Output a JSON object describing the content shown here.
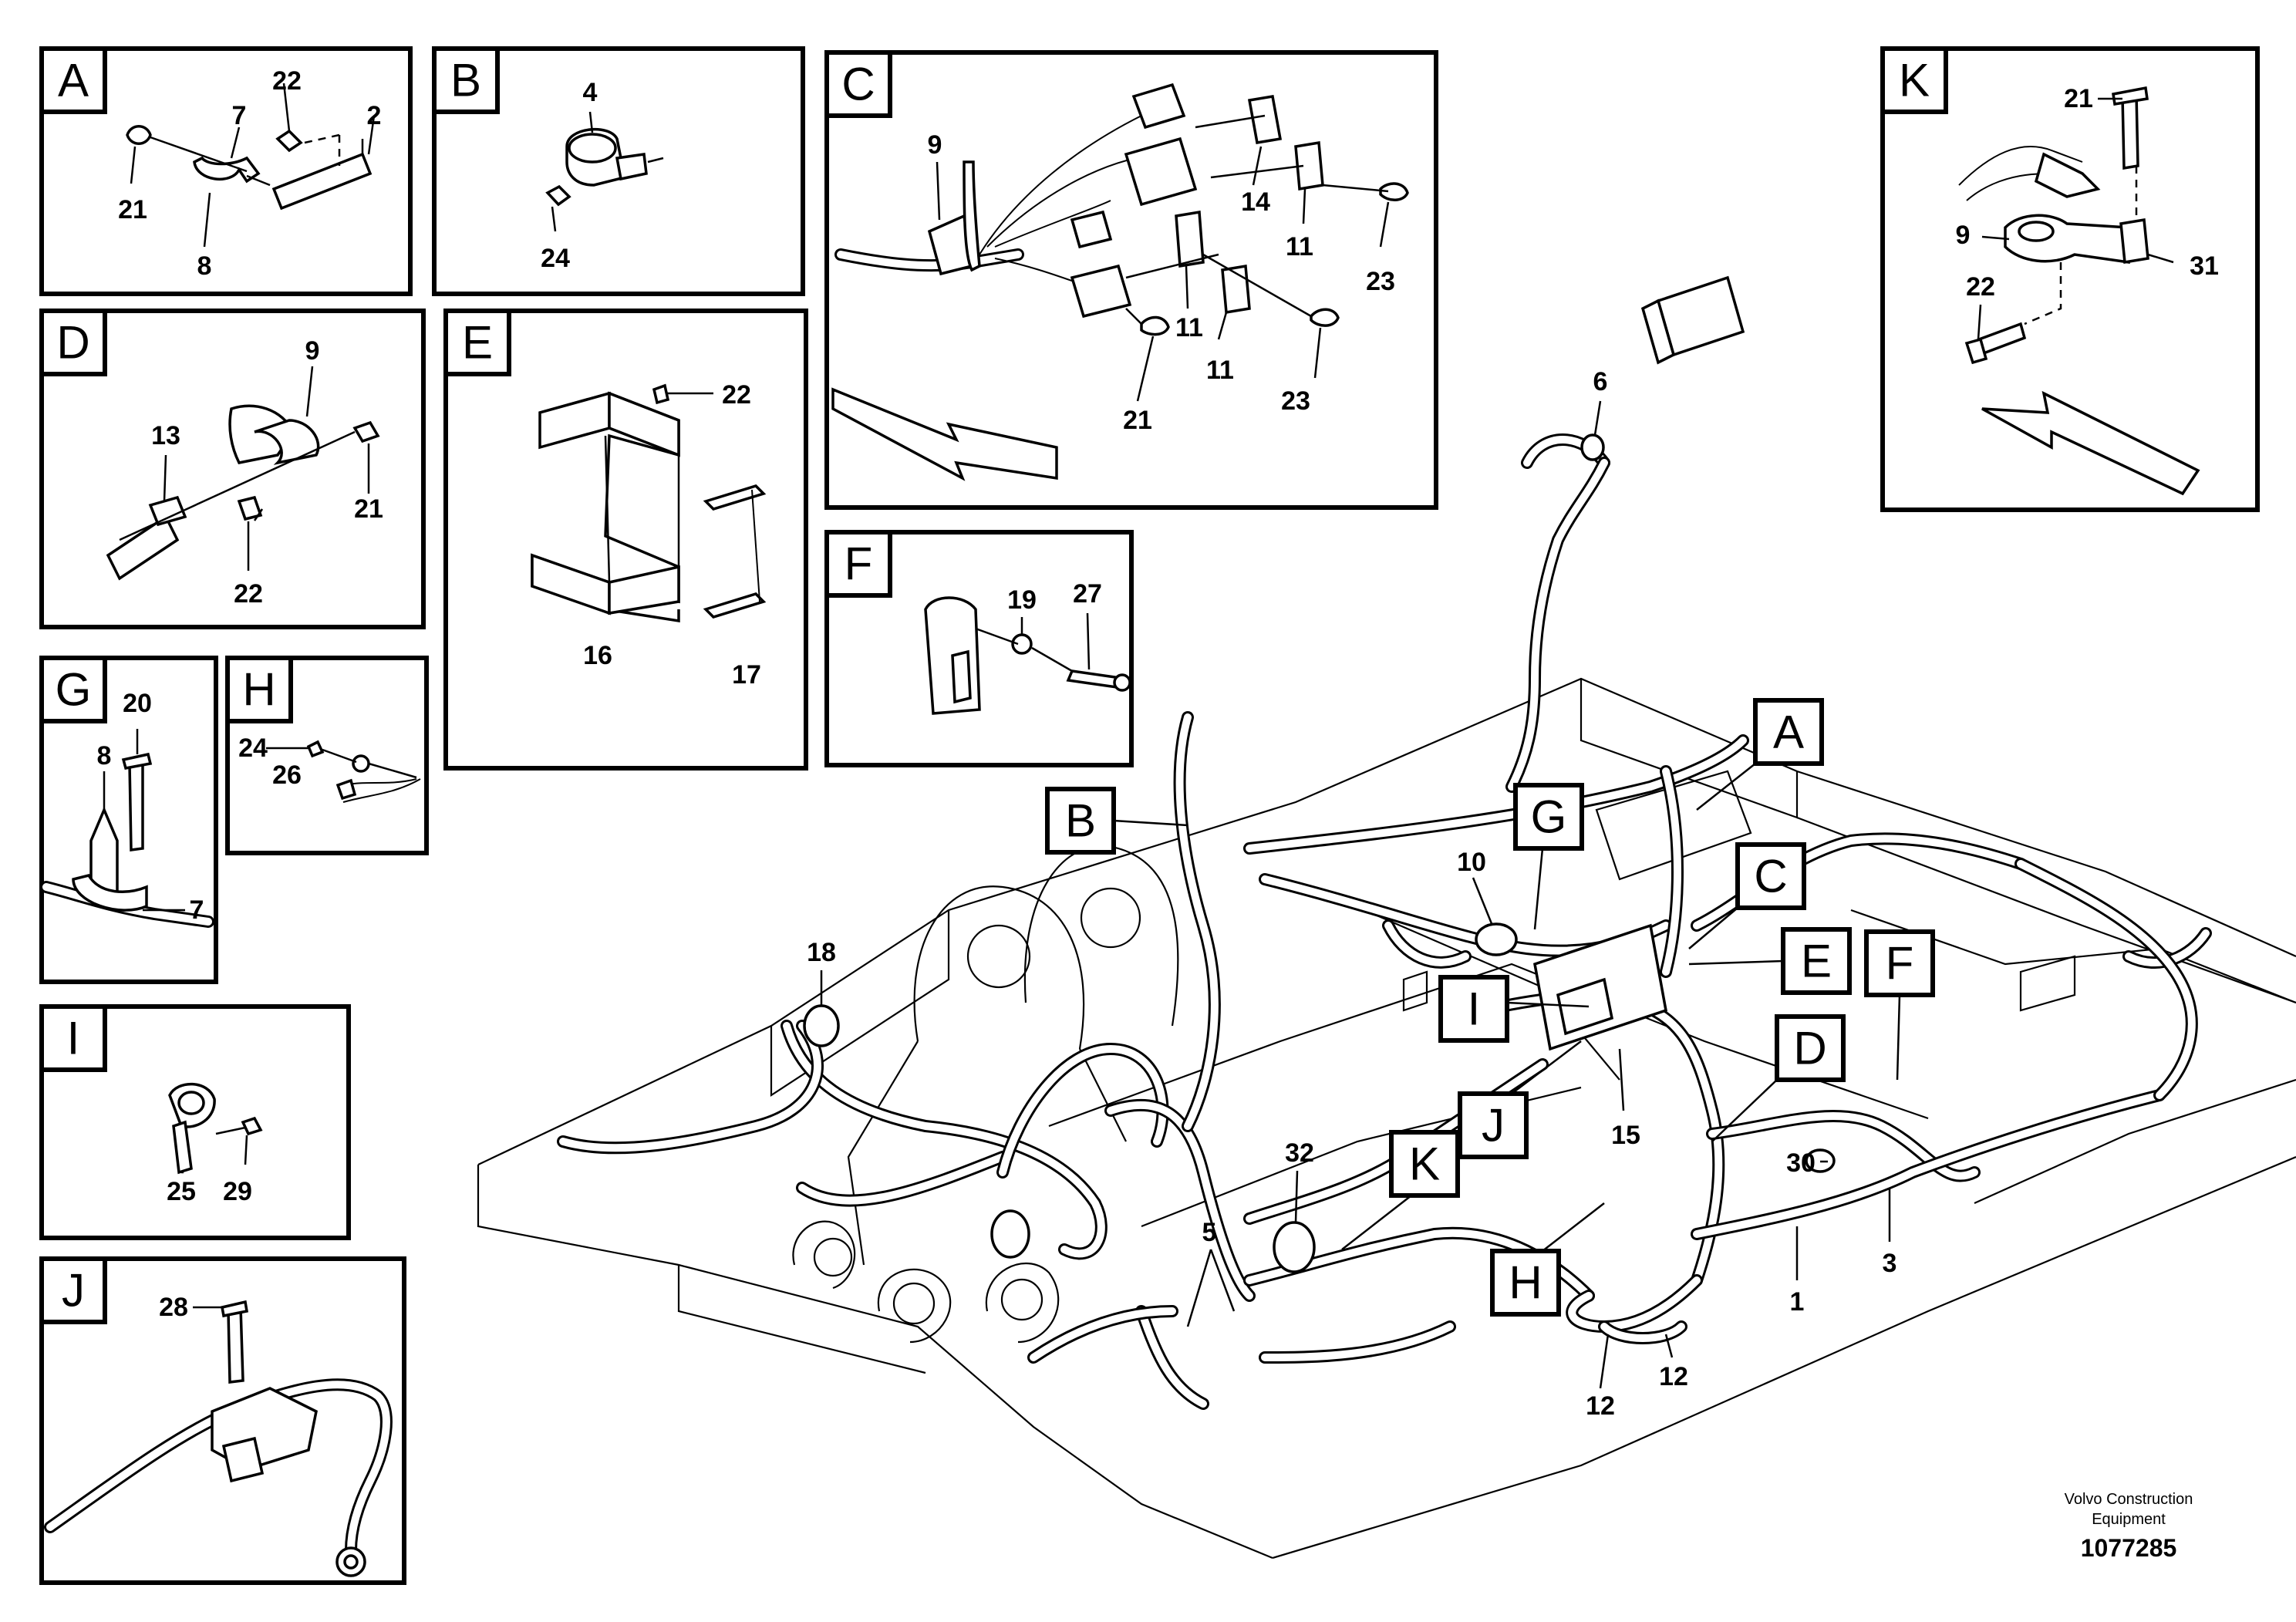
{
  "panels": [
    {
      "letter": "A",
      "labels": [
        "22",
        "7",
        "2",
        "21",
        "8"
      ]
    },
    {
      "letter": "B",
      "labels": [
        "4",
        "24"
      ]
    },
    {
      "letter": "C",
      "labels": [
        "9",
        "14",
        "11",
        "23",
        "11",
        "11",
        "21",
        "23"
      ]
    },
    {
      "letter": "D",
      "labels": [
        "9",
        "13",
        "21",
        "22"
      ]
    },
    {
      "letter": "E",
      "labels": [
        "22",
        "16",
        "17"
      ]
    },
    {
      "letter": "F",
      "labels": [
        "19",
        "27"
      ]
    },
    {
      "letter": "G",
      "labels": [
        "20",
        "8",
        "7"
      ]
    },
    {
      "letter": "H",
      "labels": [
        "24",
        "26"
      ]
    },
    {
      "letter": "I",
      "labels": [
        "25",
        "29"
      ]
    },
    {
      "letter": "J",
      "labels": [
        "28"
      ]
    },
    {
      "letter": "K",
      "labels": [
        "21",
        "9",
        "22",
        "31"
      ]
    }
  ],
  "callouts": [
    "A",
    "B",
    "C",
    "E",
    "F",
    "G",
    "I",
    "D",
    "J",
    "K",
    "H"
  ],
  "main_labels": [
    "6",
    "10",
    "18",
    "32",
    "5",
    "15",
    "30",
    "3",
    "1",
    "12",
    "12"
  ],
  "footer": {
    "line1": "Volvo Construction",
    "line2": "Equipment",
    "code": "1077285"
  }
}
